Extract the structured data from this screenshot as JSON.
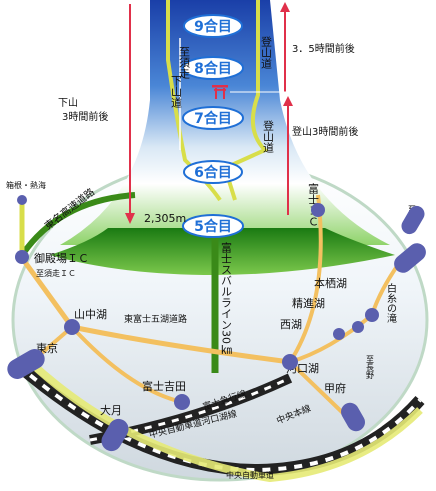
{
  "stations": [
    {
      "id": "9",
      "label": "9合目"
    },
    {
      "id": "8",
      "label": "8合目"
    },
    {
      "id": "7",
      "label": "7合目"
    },
    {
      "id": "6",
      "label": "6合目"
    },
    {
      "id": "5",
      "label": "5合目"
    }
  ],
  "mountain": {
    "altitude_5th": "2,305m",
    "trail_up": "登山道",
    "trail_up_lower": "登山道",
    "trail_down": "下山道",
    "trail_shortcut": "至須走",
    "time_up_top": "3．5時間前後",
    "time_down": "下山",
    "time_down_sub": "3時間前後",
    "time_up": "登山3時間前後"
  },
  "roads": {
    "tomei": "東名高速道路",
    "subaru": "富士スバルライン30㎞",
    "goko": "東富士五湖道路",
    "kyuko": "富士急行線",
    "chuo_kawaguchi": "中央自動車道河口湖線",
    "chuo_line": "中央本線",
    "chuo_expressway": "中央自動車道"
  },
  "places": {
    "hakone": "箱根・熱海",
    "gotemba_ic": "御殿場ＩＣ",
    "to_subashiri": "至須走ＩＣ",
    "yamanakako": "山中湖",
    "tokyo": "東京",
    "fujiyoshida": "富士吉田",
    "otsuki": "大月",
    "kawaguchiko": "河口湖",
    "saiko": "西湖",
    "shojiko": "精進湖",
    "motosuko": "本栖湖",
    "shiraito": "白糸の滝",
    "to_nagano": "至長野",
    "kofu": "甲府",
    "fuji_ic": "富士ＩＣ",
    "to_fujinomiya": "至白糸"
  },
  "colors": {
    "station_border": "#1f6fd6",
    "road_green": "#3a8a18",
    "route_yellow": "#d8de4a",
    "route_orange": "#f3c060",
    "arrow_red": "#e0304a",
    "node_purple": "#5a5fae",
    "rail_black": "#222222"
  }
}
